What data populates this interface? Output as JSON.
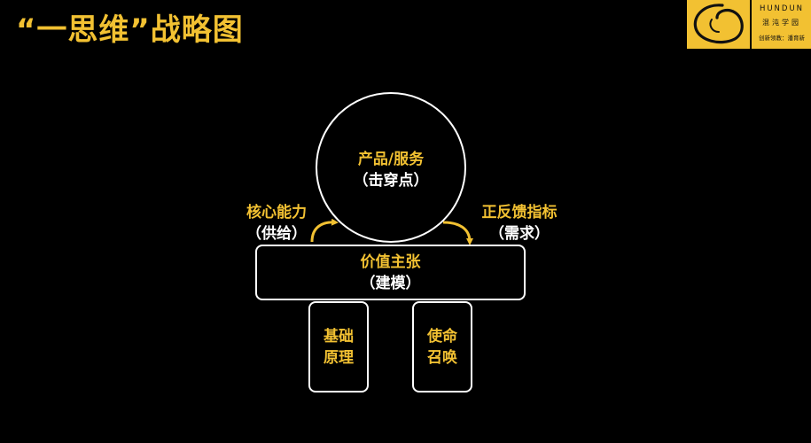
{
  "title": "“一思维”战略图",
  "logo": {
    "en": "HUNDUN",
    "cn": "混沌学园",
    "slogan": "创新领教：潘育新"
  },
  "diagram": {
    "circle": {
      "line1": "产品/服务",
      "line2": "（击穿点）"
    },
    "left": {
      "line1": "核心能力",
      "line2": "（供给）"
    },
    "right": {
      "line1": "正反馈指标",
      "line2": "（需求）"
    },
    "main": {
      "line1": "价值主张",
      "line2": "（建模）"
    },
    "box_left": {
      "line1": "基础",
      "line2": "原理"
    },
    "box_right": {
      "line1": "使命",
      "line2": "召唤"
    }
  },
  "colors": {
    "background": "#000000",
    "accent": "#f2c132",
    "line": "#ffffff"
  }
}
